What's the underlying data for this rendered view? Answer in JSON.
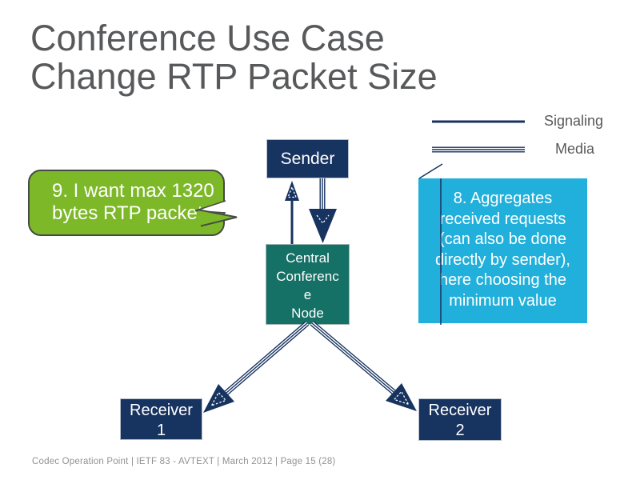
{
  "slide": {
    "title_lines": [
      "Conference Use Case",
      "Change RTP Packet Size"
    ],
    "footer": "Codec Operation Point  |  IETF 83 - AVTEXT   |  March 2012  |  Page 15 (28)"
  },
  "legend": {
    "signaling_label": "Signaling",
    "media_label": "Media"
  },
  "nodes": {
    "sender": {
      "label": "Sender"
    },
    "central": {
      "lines": [
        "Central",
        "Conferenc",
        "e",
        "Node"
      ]
    },
    "receiver1": {
      "lines": [
        "Receiver",
        "1"
      ]
    },
    "receiver2": {
      "lines": [
        "Receiver",
        "2"
      ]
    }
  },
  "callouts": {
    "request": {
      "lines": [
        "9. I want max 1320",
        "bytes RTP packets"
      ]
    },
    "aggregate": {
      "lines": [
        "8. Aggregates",
        "received requests",
        "(can also be done",
        "directly by sender),",
        "here choosing the",
        "minimum value"
      ]
    }
  },
  "colors": {
    "navy": "#17335f",
    "teal": "#157065",
    "cyan": "#21b0db",
    "green": "#7db829",
    "bubble_border": "#454b44",
    "title_gray": "#58595b",
    "footer_gray": "#909294"
  }
}
